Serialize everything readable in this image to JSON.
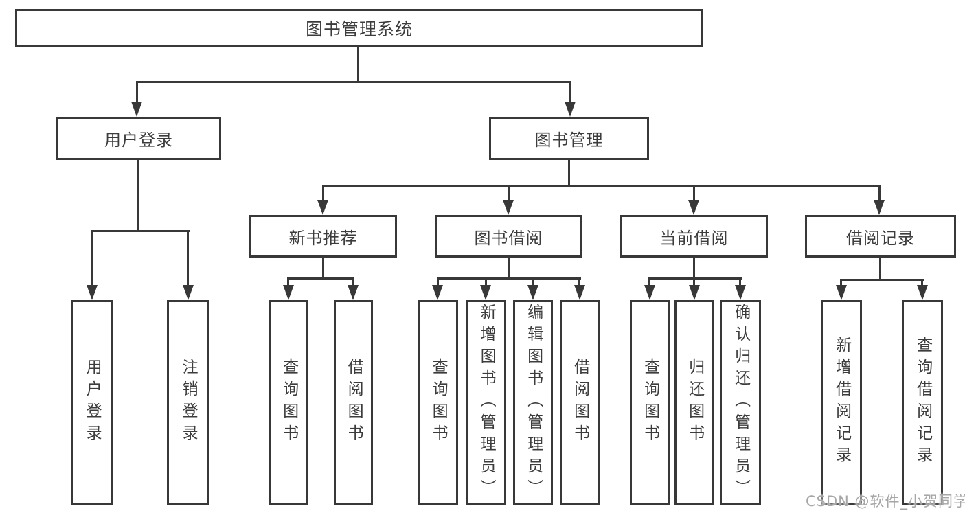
{
  "nodes": {
    "root": {
      "label": "图书管理系统"
    },
    "user_login": {
      "label": "用户登录"
    },
    "book_management": {
      "label": "图书管理"
    },
    "new_book_recommend": {
      "label": "新书推荐"
    },
    "book_borrowing": {
      "label": "图书借阅"
    },
    "current_borrowing": {
      "label": "当前借阅"
    },
    "borrowing_records": {
      "label": "借阅记录"
    },
    "leaf_user_login": {
      "label": "用户登录"
    },
    "leaf_logout": {
      "label": "注销登录"
    },
    "leaf_query_books_recommend": {
      "label": "查询图书"
    },
    "leaf_borrow_books_recommend": {
      "label": "借阅图书"
    },
    "leaf_query_books_borrowing": {
      "label": "查询图书"
    },
    "leaf_add_books_admin": {
      "label": "新增图书（管理员）"
    },
    "leaf_edit_books_admin": {
      "label": "编辑图书（管理员）"
    },
    "leaf_borrow_books_borrowing": {
      "label": "借阅图书"
    },
    "leaf_query_books_current": {
      "label": "查询图书"
    },
    "leaf_return_books": {
      "label": "归还图书"
    },
    "leaf_confirm_return_admin": {
      "label": "确认归还（管理员）"
    },
    "leaf_add_borrow_record": {
      "label": "新增借阅记录"
    },
    "leaf_query_borrow_record": {
      "label": "查询借阅记录"
    }
  },
  "watermark": {
    "text": "CSDN @软件_小贺同学"
  },
  "colors": {
    "line": "#383838",
    "text": "#3c3c3c",
    "background": "#ffffff",
    "watermark": "#a6a6a6"
  }
}
